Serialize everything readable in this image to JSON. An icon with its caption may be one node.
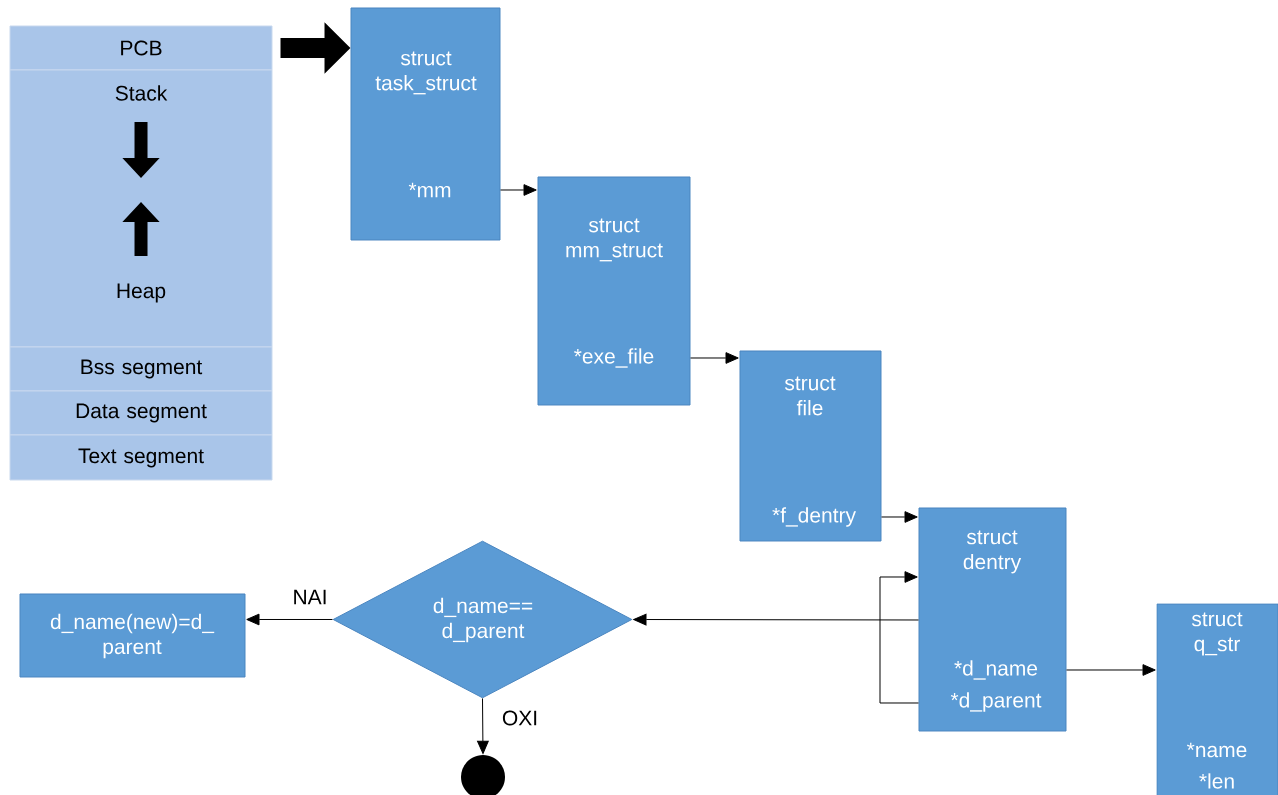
{
  "diagram": {
    "nodes": [
      {
        "text": [
          "PCB"
        ]
      },
      {
        "text": [
          "Stack",
          "Heap"
        ]
      },
      {
        "text": [
          "Bss segment"
        ]
      },
      {
        "text": [
          "Data segment"
        ]
      },
      {
        "text": [
          "Text segment"
        ]
      },
      {
        "text": [
          "struct task_struct",
          "*mm"
        ]
      },
      {
        "text": [
          "struct mm_struct",
          "*exe_file"
        ]
      },
      {
        "text": [
          "struct file",
          "*f_dentry"
        ]
      },
      {
        "text": [
          "struct dentry",
          "*d_name",
          "*d_parent"
        ]
      },
      {
        "text": [
          "struct q_str",
          "*name",
          "*len"
        ]
      },
      {
        "text": [
          "d_name== d_parent"
        ]
      },
      {
        "text": [
          "d_name(new)=d_ parent"
        ]
      },
      {
        "text": [],
        "shape": "circle"
      }
    ],
    "edges": [
      {
        "from": 0,
        "to": 5,
        "arrow": "to",
        "style": "thick"
      },
      {
        "from": 5,
        "to": 6,
        "arrow": "to"
      },
      {
        "from": 6,
        "to": 7,
        "arrow": "to"
      },
      {
        "from": 7,
        "to": 8,
        "arrow": "to"
      },
      {
        "from": 8,
        "to": 8,
        "arrow": "to"
      },
      {
        "from": 8,
        "to": 10,
        "arrow": "to"
      },
      {
        "from": 8,
        "to": 9,
        "arrow": "to"
      },
      {
        "from": 10,
        "to": 11,
        "arrow": "to",
        "label": "NAI"
      },
      {
        "from": 10,
        "to": 12,
        "arrow": "to",
        "label": "OXI"
      }
    ]
  }
}
